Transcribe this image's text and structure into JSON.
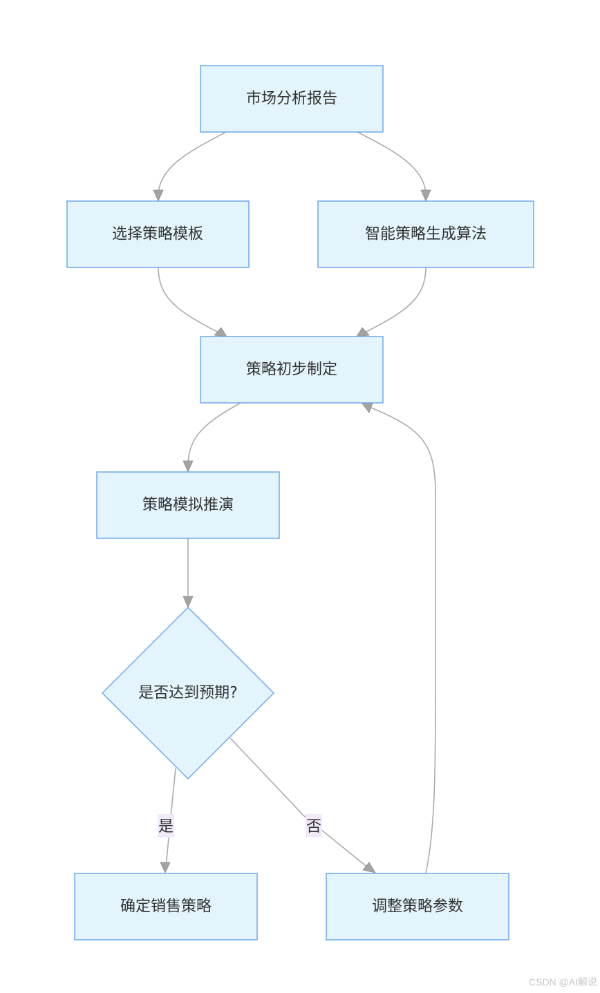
{
  "nodes": {
    "market_report": "市场分析报告",
    "select_template": "选择策略模板",
    "smart_algorithm": "智能策略生成算法",
    "initial_strategy": "策略初步制定",
    "simulation": "策略模拟推演",
    "decision": "是否达到预期?",
    "confirm_strategy": "确定销售策略",
    "adjust_params": "调整策略参数"
  },
  "edge_labels": {
    "yes": "是",
    "no": "否"
  },
  "watermark": "CSDN @AI解说",
  "colors": {
    "node_fill": "#E3F4FC",
    "node_stroke": "#6FA8EE",
    "edge": "#ABABAB",
    "label_bg": "#F2E9FA"
  }
}
